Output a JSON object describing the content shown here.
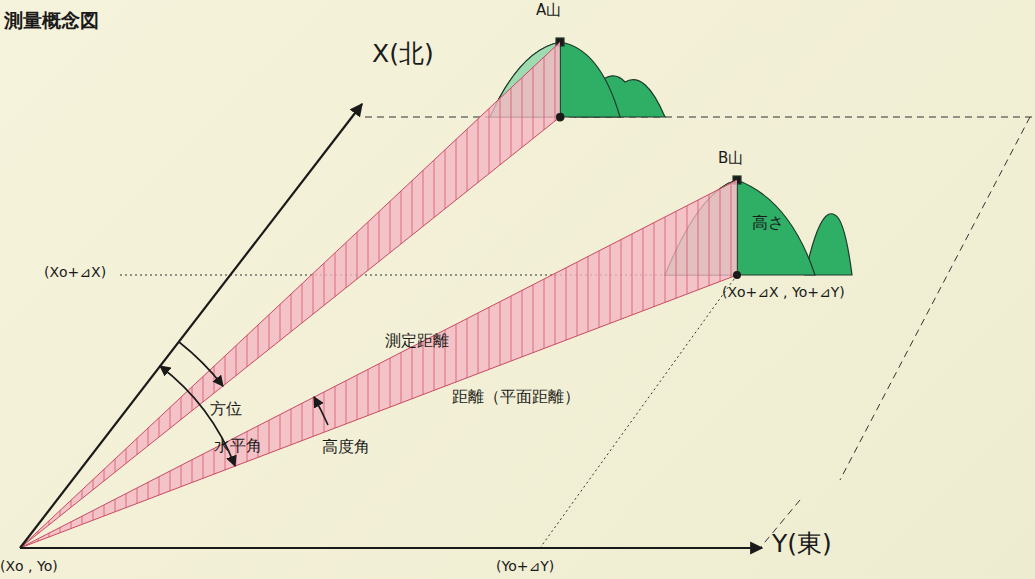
{
  "diagram": {
    "title": "測量概念図",
    "labels": [
      "A山",
      "X(北)",
      "B山",
      "高さ",
      "(Xo+⊿X)",
      "(Xo+⊿X , Yo+⊿Y)",
      "方位",
      "測定距離",
      "水平角",
      "距離（平面距離）",
      "高度角",
      "(Xo , Yo)",
      "(Yo+⊿Y)",
      "Y(東)"
    ]
  }
}
